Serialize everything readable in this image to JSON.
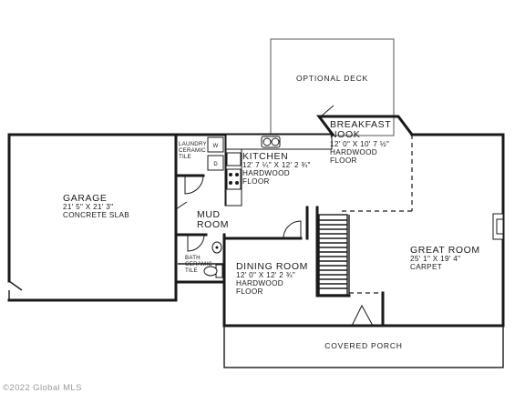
{
  "optional_deck": {
    "label": "OPTIONAL DECK"
  },
  "covered_porch": {
    "label": "COVERED PORCH"
  },
  "rooms": {
    "breakfast_nook": {
      "name_1": "BREAKFAST",
      "name_2": "NOOK",
      "dims": "12' 0\" X 10' 7 ½\"",
      "floor_1": "HARDWOOD",
      "floor_2": "FLOOR"
    },
    "kitchen": {
      "name": "KITCHEN",
      "dims": "12' 7 ¼\" X 12' 2 ¾\"",
      "floor_1": "HARDWOOD",
      "floor_2": "FLOOR"
    },
    "laundry": {
      "line_1": "LAUNDRY",
      "line_2": "CERAMIC",
      "line_3": "TILE",
      "washer": "W",
      "dryer": "D"
    },
    "garage": {
      "name": "GARAGE",
      "dims": "21' 5\" X 21' 3\"",
      "floor": "CONCRETE SLAB"
    },
    "mud_room": {
      "name_1": "MUD",
      "name_2": "ROOM"
    },
    "bath": {
      "line_1": "BATH",
      "line_2": "CERAMIC",
      "line_3": "TILE"
    },
    "dining_room": {
      "name": "DINING ROOM",
      "dims": "12' 0\" X 12' 2 ¾\"",
      "floor_1": "HARDWOOD",
      "floor_2": "FLOOR"
    },
    "great_room": {
      "name": "GREAT ROOM",
      "dims": "25' 1\" X 19' 4\"",
      "floor": "CARPET"
    }
  },
  "copyright": "©2022 Global MLS"
}
